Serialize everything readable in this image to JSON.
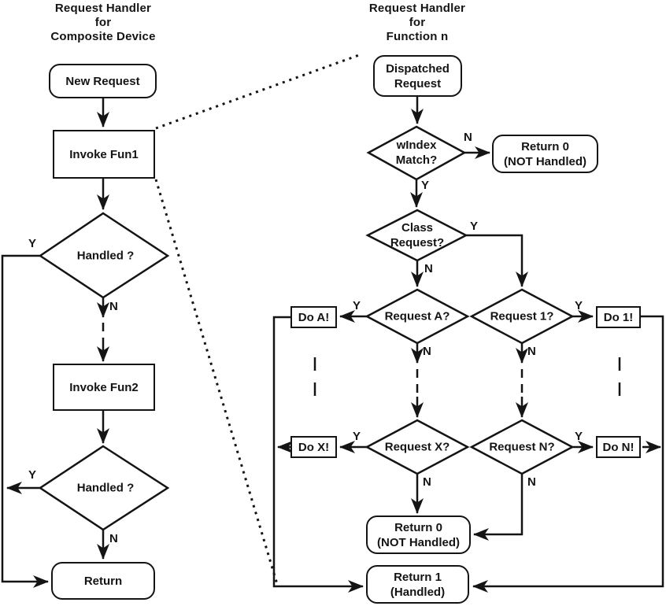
{
  "labels": {
    "yes": "Y",
    "no": "N"
  },
  "left": {
    "title": "Request Handler\nfor\nComposite Device",
    "nodes": {
      "new_request": "New Request",
      "invoke_fun1": "Invoke Fun1",
      "handled1": "Handled ?",
      "invoke_fun2": "Invoke Fun2",
      "handled2": "Handled ?",
      "return": "Return"
    }
  },
  "right": {
    "title": "Request Handler\nfor\nFunction n",
    "nodes": {
      "dispatched_request": "Dispatched\nRequest",
      "windex_match": "wIndex\nMatch?",
      "return0_top": "Return 0\n(NOT Handled)",
      "class_request": "Class\nRequest?",
      "request_a": "Request A?",
      "request_1": "Request 1?",
      "do_a": "Do A!",
      "do_1": "Do 1!",
      "request_x": "Request X?",
      "request_n": "Request N?",
      "do_x": "Do X!",
      "do_n": "Do N!",
      "return0_bottom": "Return 0\n(NOT Handled)",
      "return1": "Return 1\n(Handled)"
    }
  }
}
